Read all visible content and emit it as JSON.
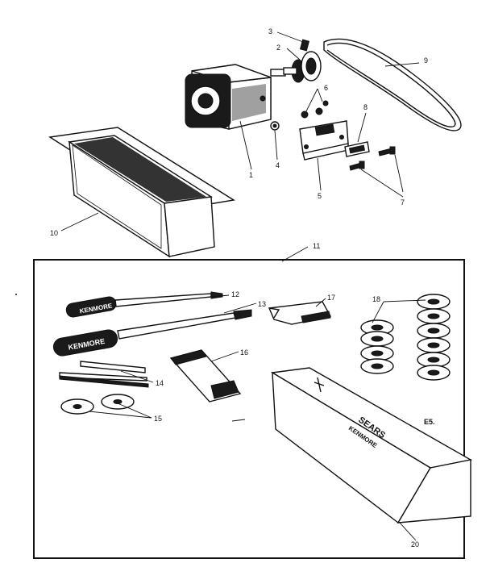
{
  "callouts": {
    "c1": "1",
    "c2": "2",
    "c3": "3",
    "c4": "4",
    "c5": "5",
    "c6": "6",
    "c7": "7",
    "c8": "8",
    "c9": "9",
    "c10": "10",
    "c11": "11",
    "c12": "12",
    "c13": "13",
    "c14": "14",
    "c15": "15",
    "c16": "16",
    "c17": "17",
    "c18": "18",
    "c20": "20"
  },
  "screwdriver_brand_1": "KENMORE",
  "screwdriver_brand_2": "KENMORE",
  "case_brand_top": "SEARS",
  "case_brand_bottom": "KENMORE",
  "code": "E5."
}
